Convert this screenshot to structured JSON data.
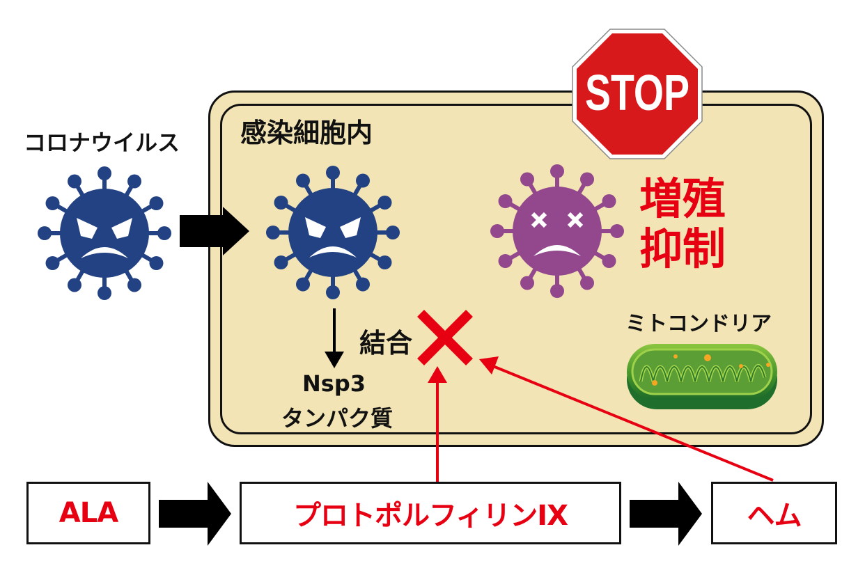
{
  "labels": {
    "coronavirus": "コロナウイルス",
    "infected_cell": "感染細胞内",
    "stop_sign": "STOP",
    "suppression_line1": "増殖",
    "suppression_line2": "抑制",
    "binding": "結合",
    "nsp3_line1": "Nsp3",
    "nsp3_line2": "タンパク質",
    "mitochondria": "ミトコンドリア"
  },
  "pathway": [
    {
      "label": "ALA"
    },
    {
      "label": "プロトポルフィリンIX"
    },
    {
      "label": "ヘム"
    }
  ],
  "colors": {
    "virus_active": "#234283",
    "virus_inhibited": "#93478c",
    "cell_fill": "#f2e4b4",
    "inhibit_red": "#e60012",
    "stop_red": "#d7191c",
    "mito_green": "#4e9a2a"
  }
}
